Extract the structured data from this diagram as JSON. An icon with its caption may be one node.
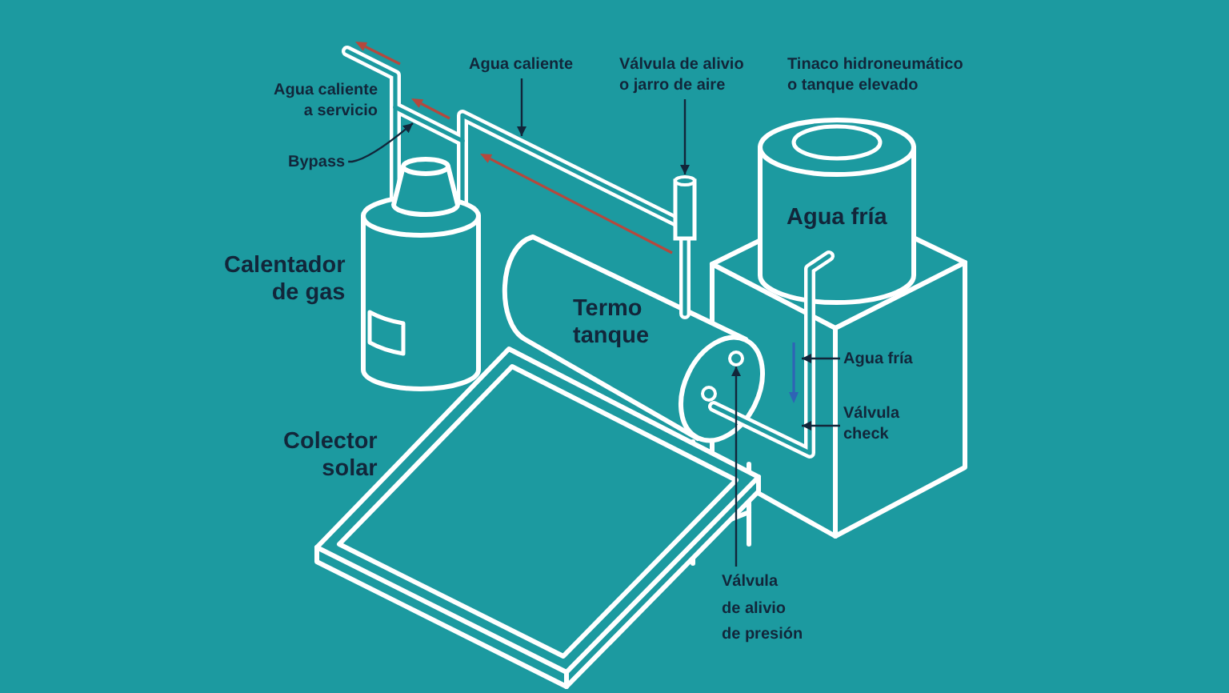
{
  "diagram": {
    "nodes": [
      {
        "text": [
          "Agua caliente"
        ]
      },
      {
        "text": [
          "Válvula de alivio o jarro de aire"
        ]
      },
      {
        "text": [
          "Tinaco hidroneumático o tanque elevado",
          "Agua fría"
        ]
      },
      {
        "text": [
          "Bypass"
        ]
      },
      {
        "text": [
          "Termo tanque"
        ]
      },
      {
        "text": [],
        "shape": "circle",
        "in": 4
      },
      {
        "text": [
          "Agua fría"
        ]
      },
      {
        "text": [
          "Válvula check"
        ]
      },
      {
        "text": [
          "Válvula de alivio de presión"
        ]
      }
    ],
    "edges": [
      {
        "from": 0,
        "to": null,
        "arrow": "to"
      },
      {
        "from": 1,
        "to": null,
        "arrow": "to"
      },
      {
        "from": 3,
        "to": null,
        "arrow": "to"
      },
      {
        "from": 6,
        "to": null,
        "arrow": "to"
      },
      {
        "from": 7,
        "to": null,
        "arrow": "to"
      },
      {
        "from": 8,
        "to": 5,
        "arrow": "to"
      }
    ],
    "labels": [
      "Agua caliente a servicio",
      "Calentador de gas",
      "Colector solar"
    ]
  }
}
